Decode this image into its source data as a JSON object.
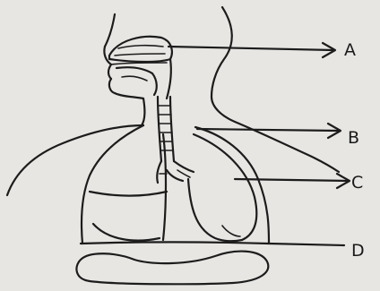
{
  "diagram": {
    "labels": {
      "a": "A",
      "b": "B",
      "c": "C",
      "d": "D"
    },
    "colors": {
      "paper": "#e8e6e3",
      "ink": "#1c1c1c",
      "shading": "#8a8a8a"
    }
  }
}
